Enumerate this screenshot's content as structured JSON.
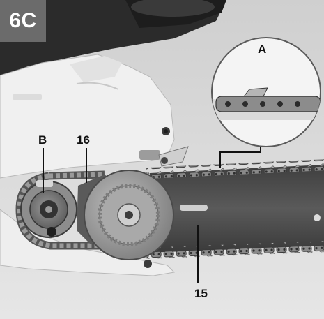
{
  "figure": {
    "badge": "6C",
    "labels": {
      "a": "A",
      "b": "B",
      "sixteen": "16",
      "fifteen": "15"
    }
  },
  "colors": {
    "badge_bg": "#6b6b6b",
    "label_text": "#111111",
    "chain_bar": "#4d4d4d",
    "housing": "#efefef"
  },
  "icons": [
    "chain-saw-photo",
    "chain-link-icon",
    "sprocket-icon",
    "clutch-cover-icon",
    "magnifier-inset-icon"
  ]
}
